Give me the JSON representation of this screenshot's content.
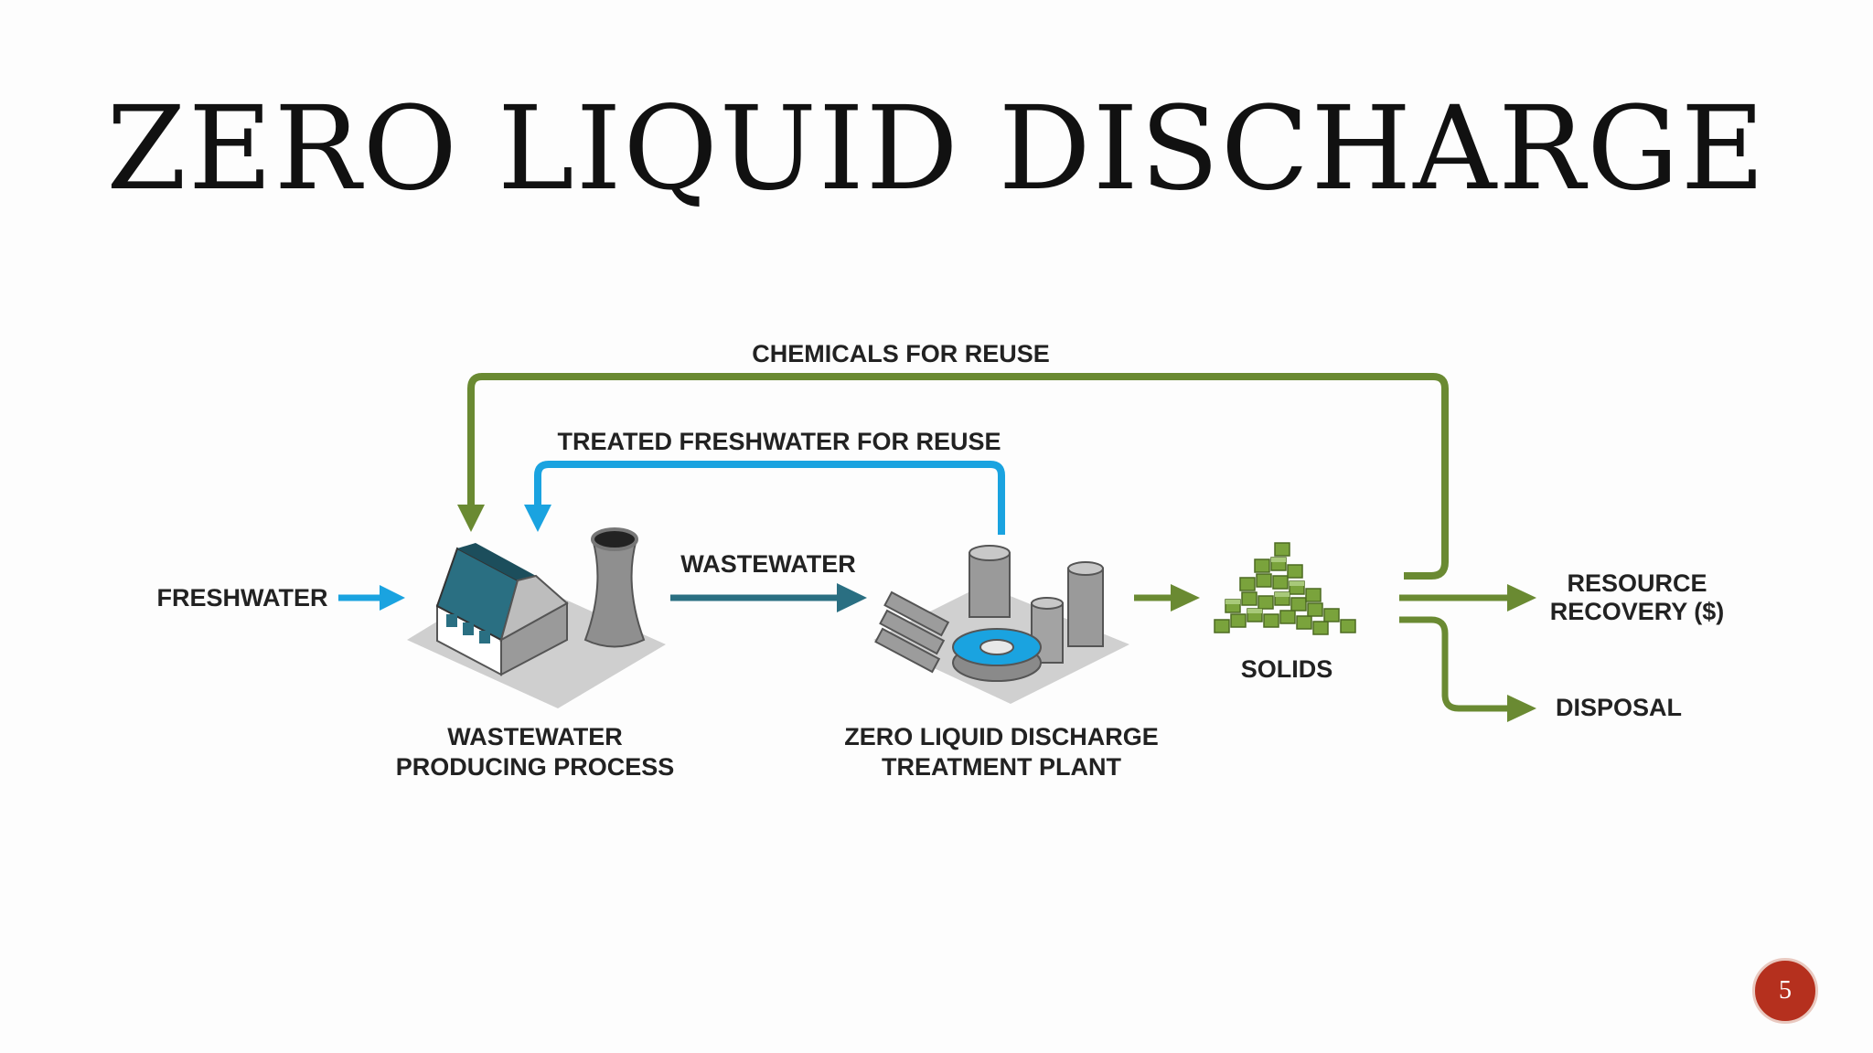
{
  "title": "ZERO LIQUID DISCHARGE",
  "labels": {
    "chemicals": "CHEMICALS FOR REUSE",
    "treated": "TREATED FRESHWATER FOR REUSE",
    "freshwater": "FRESHWATER",
    "wastewater": "WASTEWATER",
    "process_line1": "WASTEWATER",
    "process_line2": "PRODUCING PROCESS",
    "plant_line1": "ZERO LIQUID DISCHARGE",
    "plant_line2": "TREATMENT PLANT",
    "solids": "SOLIDS",
    "resource_line1": "RESOURCE",
    "resource_line2": "RECOVERY ($)",
    "disposal": "DISPOSAL"
  },
  "page_number": "5",
  "colors": {
    "green": "#6a8a32",
    "blue": "#1aa3e0",
    "teal": "#2a6f82",
    "page_badge": "#b5301e"
  }
}
